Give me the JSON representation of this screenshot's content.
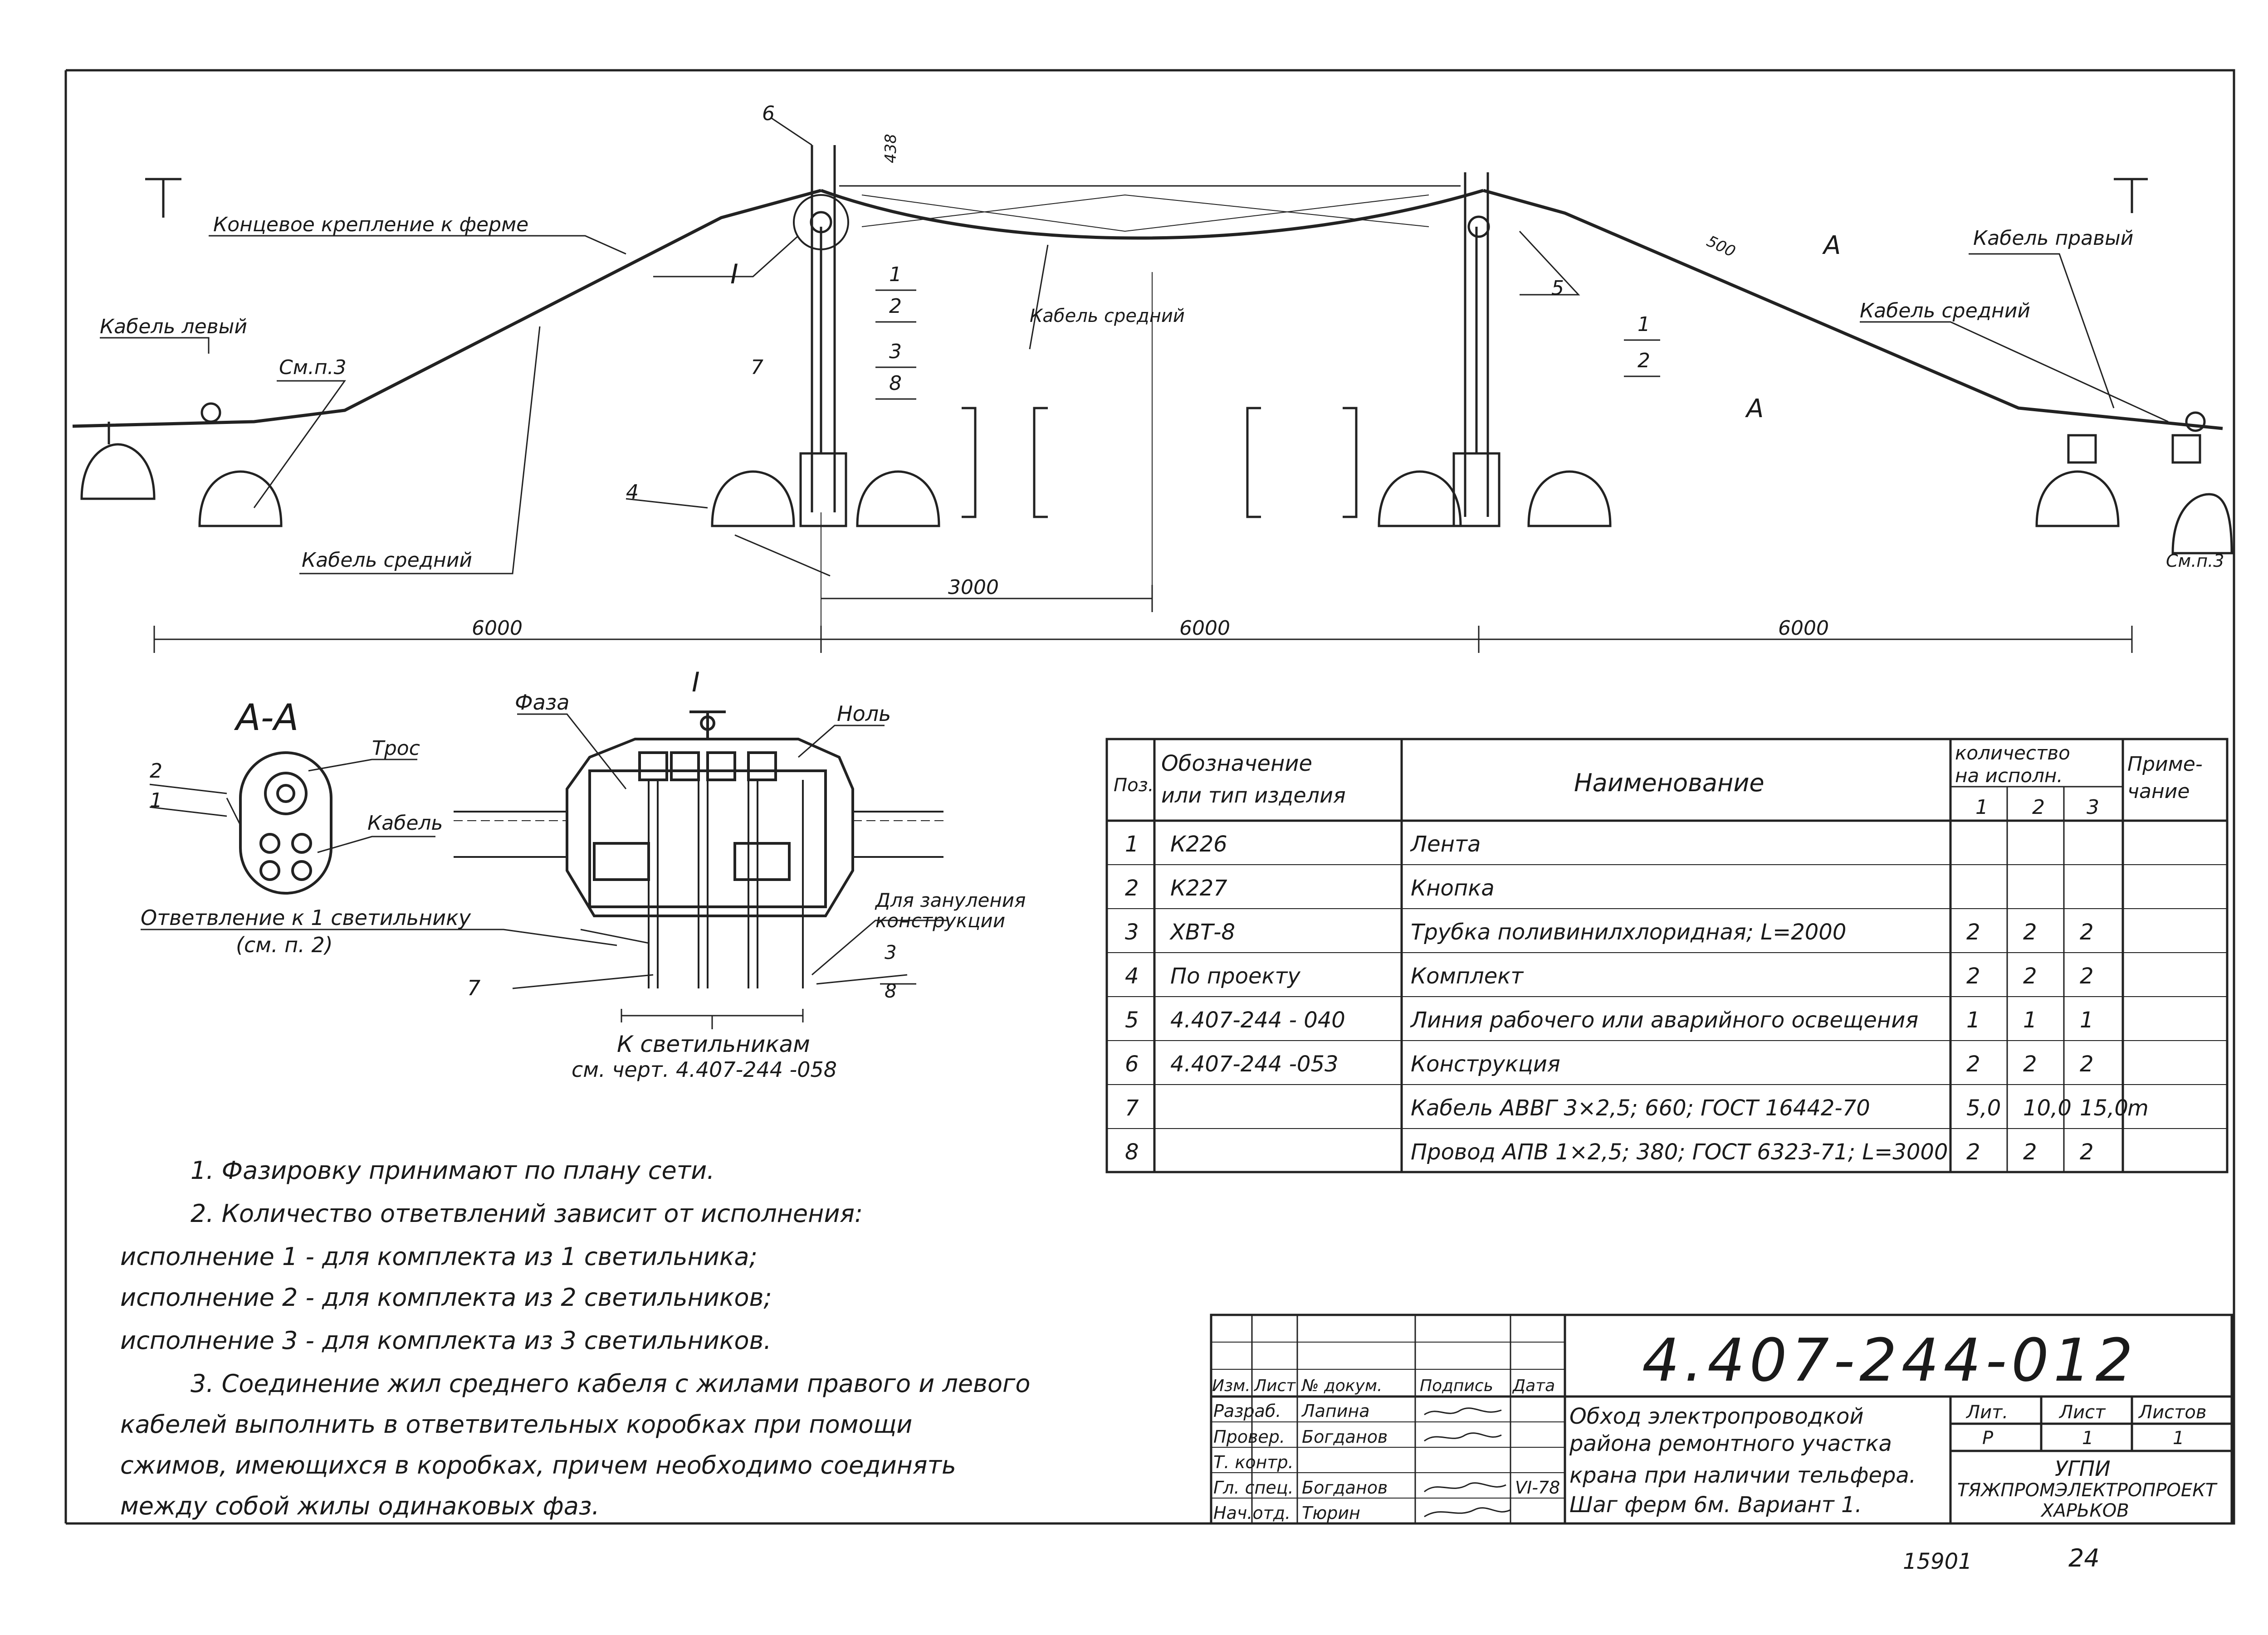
{
  "drawing": {
    "labels": {
      "end_fastening": "Концевое крепление к ферме",
      "cable_left": "Кабель левый",
      "see_p3": "См.п.3",
      "cable_middle_bottom": "Кабель средний",
      "cable_middle_center": "Кабель средний",
      "cable_right": "Кабель правый",
      "cable_middle_right": "Кабель средний",
      "see_p3_right": "См.п.3",
      "section_A": "A",
      "detail_I": "I",
      "dim_438": "438",
      "dim_500": "500"
    },
    "callouts": {
      "c1": "1",
      "c2": "2",
      "c3": "3",
      "c8": "8",
      "c4": "4",
      "c5": "5",
      "c6": "6",
      "c7": "7",
      "r1": "1",
      "r2": "2"
    },
    "dimensions": {
      "span_left": "6000",
      "span_mid": "6000",
      "span_right": "6000",
      "offset": "3000"
    }
  },
  "section_aa": {
    "title": "А-А",
    "rope": "Трос",
    "cable": "Кабель",
    "n2": "2",
    "n1": "1",
    "branch_line1": "Ответвление к 1 светильнику",
    "branch_line2": "(см. п. 2)"
  },
  "detail": {
    "title": "I",
    "phase": "Фаза",
    "zero": "Ноль",
    "grounding_line1": "Для зануления",
    "grounding_line2": "конструкции",
    "n3": "3",
    "n8": "8",
    "n7": "7",
    "to_lamps_line1": "К светильникам",
    "to_lamps_line2": "см. черт. 4.407-244 -058"
  },
  "spec_table": {
    "headers": {
      "pos": "Поз.",
      "designation_line1": "Обозначение",
      "designation_line2": "или тип изделия",
      "name": "Наименование",
      "qty_line1": "количество",
      "qty_line2": "на исполн.",
      "v1": "1",
      "v2": "2",
      "v3": "3",
      "note_line1": "Приме-",
      "note_line2": "чание"
    },
    "rows": [
      {
        "pos": "1",
        "designation": "К226",
        "name": "Лента",
        "q1": "",
        "q2": "",
        "q3": "",
        "note": ""
      },
      {
        "pos": "2",
        "designation": "К227",
        "name": "Кнопка",
        "q1": "",
        "q2": "",
        "q3": "",
        "note": ""
      },
      {
        "pos": "3",
        "designation": "ХВТ-8",
        "name": "Трубка поливинилхлоридная; L=2000",
        "q1": "2",
        "q2": "2",
        "q3": "2",
        "note": ""
      },
      {
        "pos": "4",
        "designation": "По проекту",
        "name": "Комплект",
        "q1": "2",
        "q2": "2",
        "q3": "2",
        "note": ""
      },
      {
        "pos": "5",
        "designation": "4.407-244 - 040",
        "name": "Линия рабочего или аварийного освещения",
        "q1": "1",
        "q2": "1",
        "q3": "1",
        "note": ""
      },
      {
        "pos": "6",
        "designation": "4.407-244 -053",
        "name": "Конструкция",
        "q1": "2",
        "q2": "2",
        "q3": "2",
        "note": ""
      },
      {
        "pos": "7",
        "designation": "",
        "name": "Кабель АВВГ 3×2,5; 660; ГОСТ 16442-70",
        "q1": "5,0",
        "q2": "10,0",
        "q3": "15,0",
        "note": "m"
      },
      {
        "pos": "8",
        "designation": "",
        "name": "Провод АПВ 1×2,5; 380; ГОСТ 6323-71; L=3000",
        "q1": "2",
        "q2": "2",
        "q3": "2",
        "note": ""
      }
    ]
  },
  "notes": [
    "1. Фазировку принимают по плану сети.",
    "2. Количество ответвлений зависит от исполнения:",
    "исполнение 1 - для комплекта из 1 светильника;",
    "исполнение 2 - для комплекта из 2 светильников;",
    "исполнение 3 - для комплекта из 3 светильников.",
    "3. Соединение жил среднего кабеля с жилами правого и левого",
    "кабелей выполнить в ответвительных коробках при помощи",
    "сжимов, имеющихся в коробках, причем необходимо соединять",
    "между собой жилы одинаковых фаз."
  ],
  "title_block": {
    "doc_number": "4.407-244-012",
    "col_headers": [
      "Изм.",
      "Лист",
      "№ докум.",
      "Подпись",
      "Дата"
    ],
    "people": [
      {
        "role": "Разраб.",
        "name": "Лапина",
        "date": ""
      },
      {
        "role": "Провер.",
        "name": "Богданов",
        "date": ""
      },
      {
        "role": "Т. контр.",
        "name": "",
        "date": ""
      },
      {
        "role": "Гл. спец.",
        "name": "Богданов",
        "date": "VI-78"
      },
      {
        "role": "Нач.отд.",
        "name": "Тюрин",
        "date": ""
      }
    ],
    "title_lines": [
      "Обход электропроводкой",
      "района ремонтного участка",
      "крана при наличии тельфера.",
      "Шаг ферм 6м. Вариант 1."
    ],
    "lit_header": "Лит.",
    "sheet_header": "Лист",
    "sheets_header": "Листов",
    "lit": "Р",
    "sheet": "1",
    "sheets": "1",
    "org_line1": "УГПИ",
    "org_line2": "ТЯЖПРОМЭЛЕКТРОПРОЕКТ",
    "org_line3": "ХАРЬКОВ"
  },
  "stamp": {
    "inventory": "15901",
    "page": "24"
  }
}
